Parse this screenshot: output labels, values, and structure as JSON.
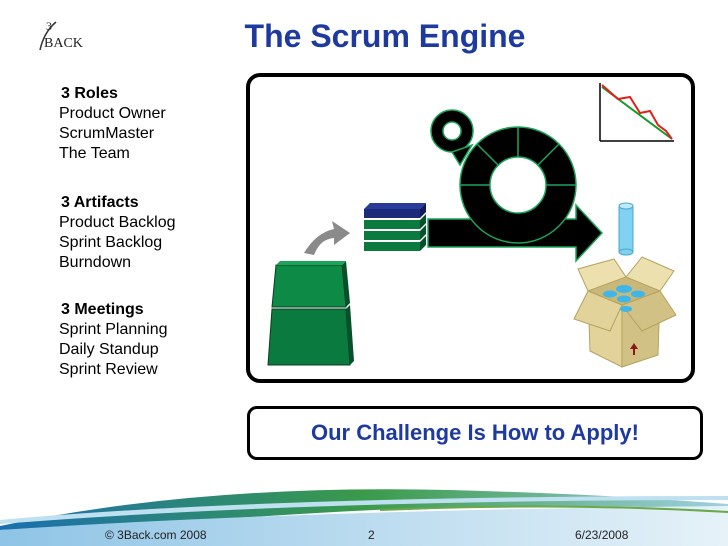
{
  "logo": {
    "digit": "3",
    "text": "BACK"
  },
  "title": "The Scrum Engine",
  "sections": [
    {
      "heading": "3 Roles",
      "items": [
        "Product Owner",
        "ScrumMaster",
        "The Team"
      ]
    },
    {
      "heading": "3 Artifacts",
      "items": [
        "Product Backlog",
        "Sprint Backlog",
        "Burndown"
      ]
    },
    {
      "heading": "3 Meetings",
      "items": [
        "Sprint Planning",
        "Daily Standup",
        "Sprint Review"
      ]
    }
  ],
  "callout": "Our Challenge Is How to Apply!",
  "footer": {
    "copyright": "© 3Back.com 2008",
    "page": "2",
    "date": "6/23/2008"
  },
  "colors": {
    "title": "#1f3a9e",
    "backlog_green": "#0b7a3e",
    "sprint_backlog_navy": "#1c2a7a",
    "cycle_arrow": "#000000",
    "burndown_actual": "#e0201b",
    "burndown_ideal": "#1a9a2a",
    "product_cylinder": "#7fd2f0",
    "box": "#e2d39a"
  }
}
